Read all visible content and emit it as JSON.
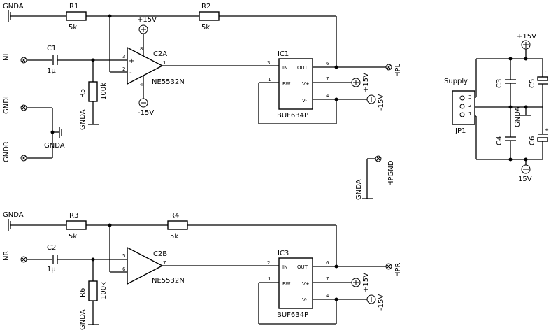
{
  "nets": {
    "gnda": "GNDA",
    "inl": "INL",
    "inr": "INR",
    "gndl": "GNDL",
    "gndr": "GNDR",
    "hpl": "HPL",
    "hpr": "HPR",
    "hpgnd": "HPGND",
    "pos15": "+15V",
    "neg15": "-15V",
    "pos15b": "15V",
    "supply": "Supply"
  },
  "parts": {
    "r1": {
      "name": "R1",
      "value": "5k"
    },
    "r2": {
      "name": "R2",
      "value": "5k"
    },
    "r3": {
      "name": "R3",
      "value": "5k"
    },
    "r4": {
      "name": "R4",
      "value": "5k"
    },
    "r5": {
      "name": "R5",
      "value": "100k"
    },
    "r6": {
      "name": "R6",
      "value": "100k"
    },
    "c1": {
      "name": "C1",
      "value": "1µ"
    },
    "c2": {
      "name": "C2",
      "value": "1µ"
    },
    "c3": {
      "name": "C3"
    },
    "c4": {
      "name": "C4"
    },
    "c5": {
      "name": "C5"
    },
    "c6": {
      "name": "C6"
    },
    "ic2a": {
      "name": "IC2A",
      "value": "NE5532N"
    },
    "ic2b": {
      "name": "IC2B",
      "value": "NE5532N"
    },
    "ic1": {
      "name": "IC1",
      "value": "BUF634P"
    },
    "ic3": {
      "name": "IC3",
      "value": "BUF634P"
    },
    "jp1": {
      "name": "JP1"
    }
  },
  "pins": {
    "in": "IN",
    "out": "OUT",
    "bw": "BW",
    "vp": "V+",
    "vm": "V-",
    "n1": "1",
    "n2": "2",
    "n3": "3",
    "n4": "4",
    "n5": "5",
    "n6": "6",
    "n7": "7",
    "n8": "8",
    "plus": "+",
    "minus": "-"
  }
}
